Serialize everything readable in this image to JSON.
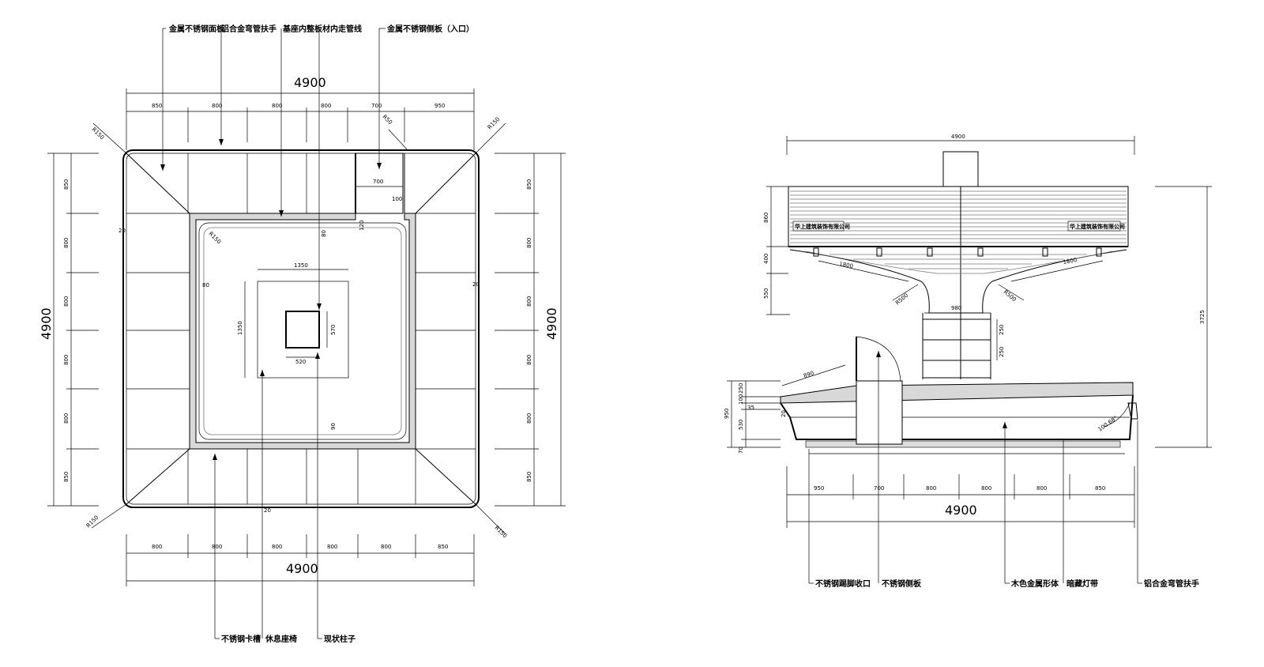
{
  "plan": {
    "top_callouts": [
      "金属不锈钢面板",
      "铝合金弯管扶手",
      "基座内整板材内走管线",
      "金属不锈钢侧板（入口）"
    ],
    "bottom_callouts": [
      "不锈钢卡槽",
      "休息座椅",
      "现状柱子"
    ],
    "overall_top": "4900",
    "overall_bottom": "4900",
    "overall_left": "4900",
    "overall_right": "4900",
    "top_segments": [
      "850",
      "800",
      "800",
      "800",
      "700",
      "950"
    ],
    "bottom_segments": [
      "800",
      "800",
      "800",
      "800",
      "800",
      "850"
    ],
    "left_segments": [
      "850",
      "800",
      "800",
      "800",
      "800",
      "850"
    ],
    "right_segments": [
      "850",
      "800",
      "800",
      "800",
      "800",
      "850"
    ],
    "corner_radius": [
      "R150",
      "R150",
      "R150",
      "R150"
    ],
    "small_top_radius": "R50",
    "inner_radius": "R150",
    "opening_width": "700",
    "gap_100": "100",
    "gap_120": "120",
    "gap_80": "80",
    "left_80": "80",
    "left_20": "20",
    "right_20": "20",
    "bottom_90": "90",
    "bottom_20": "20",
    "inner_1350_h": "1350",
    "inner_1350_v": "1350",
    "column_w": "520",
    "column_h": "570"
  },
  "elevation": {
    "overall_top": "4900",
    "overall_bottom": "4900",
    "height_total": "3725",
    "left_top_dims": [
      "860",
      "400",
      "550"
    ],
    "left_bottom_dims": [
      "250",
      "100",
      "35",
      "530",
      "70"
    ],
    "left_total": "950",
    "bottom_segments": [
      "950",
      "700",
      "800",
      "800",
      "800",
      "850"
    ],
    "arm_left": "1800",
    "arm_right": "1800",
    "radius_left": "R500",
    "radius_right": "R500",
    "width_980": "980",
    "step_250": "250",
    "step_250b": "250",
    "bench_len": "890",
    "bench_20": "20",
    "angle": "100.68°",
    "sign_left": "华上建筑装饰有限公司",
    "sign_right": "华上建筑装饰有限公司",
    "callouts": [
      "不锈钢踢脚收口",
      "不锈钢侧板",
      "木色金属形体",
      "暗藏灯带",
      "铝合金弯管扶手"
    ]
  }
}
